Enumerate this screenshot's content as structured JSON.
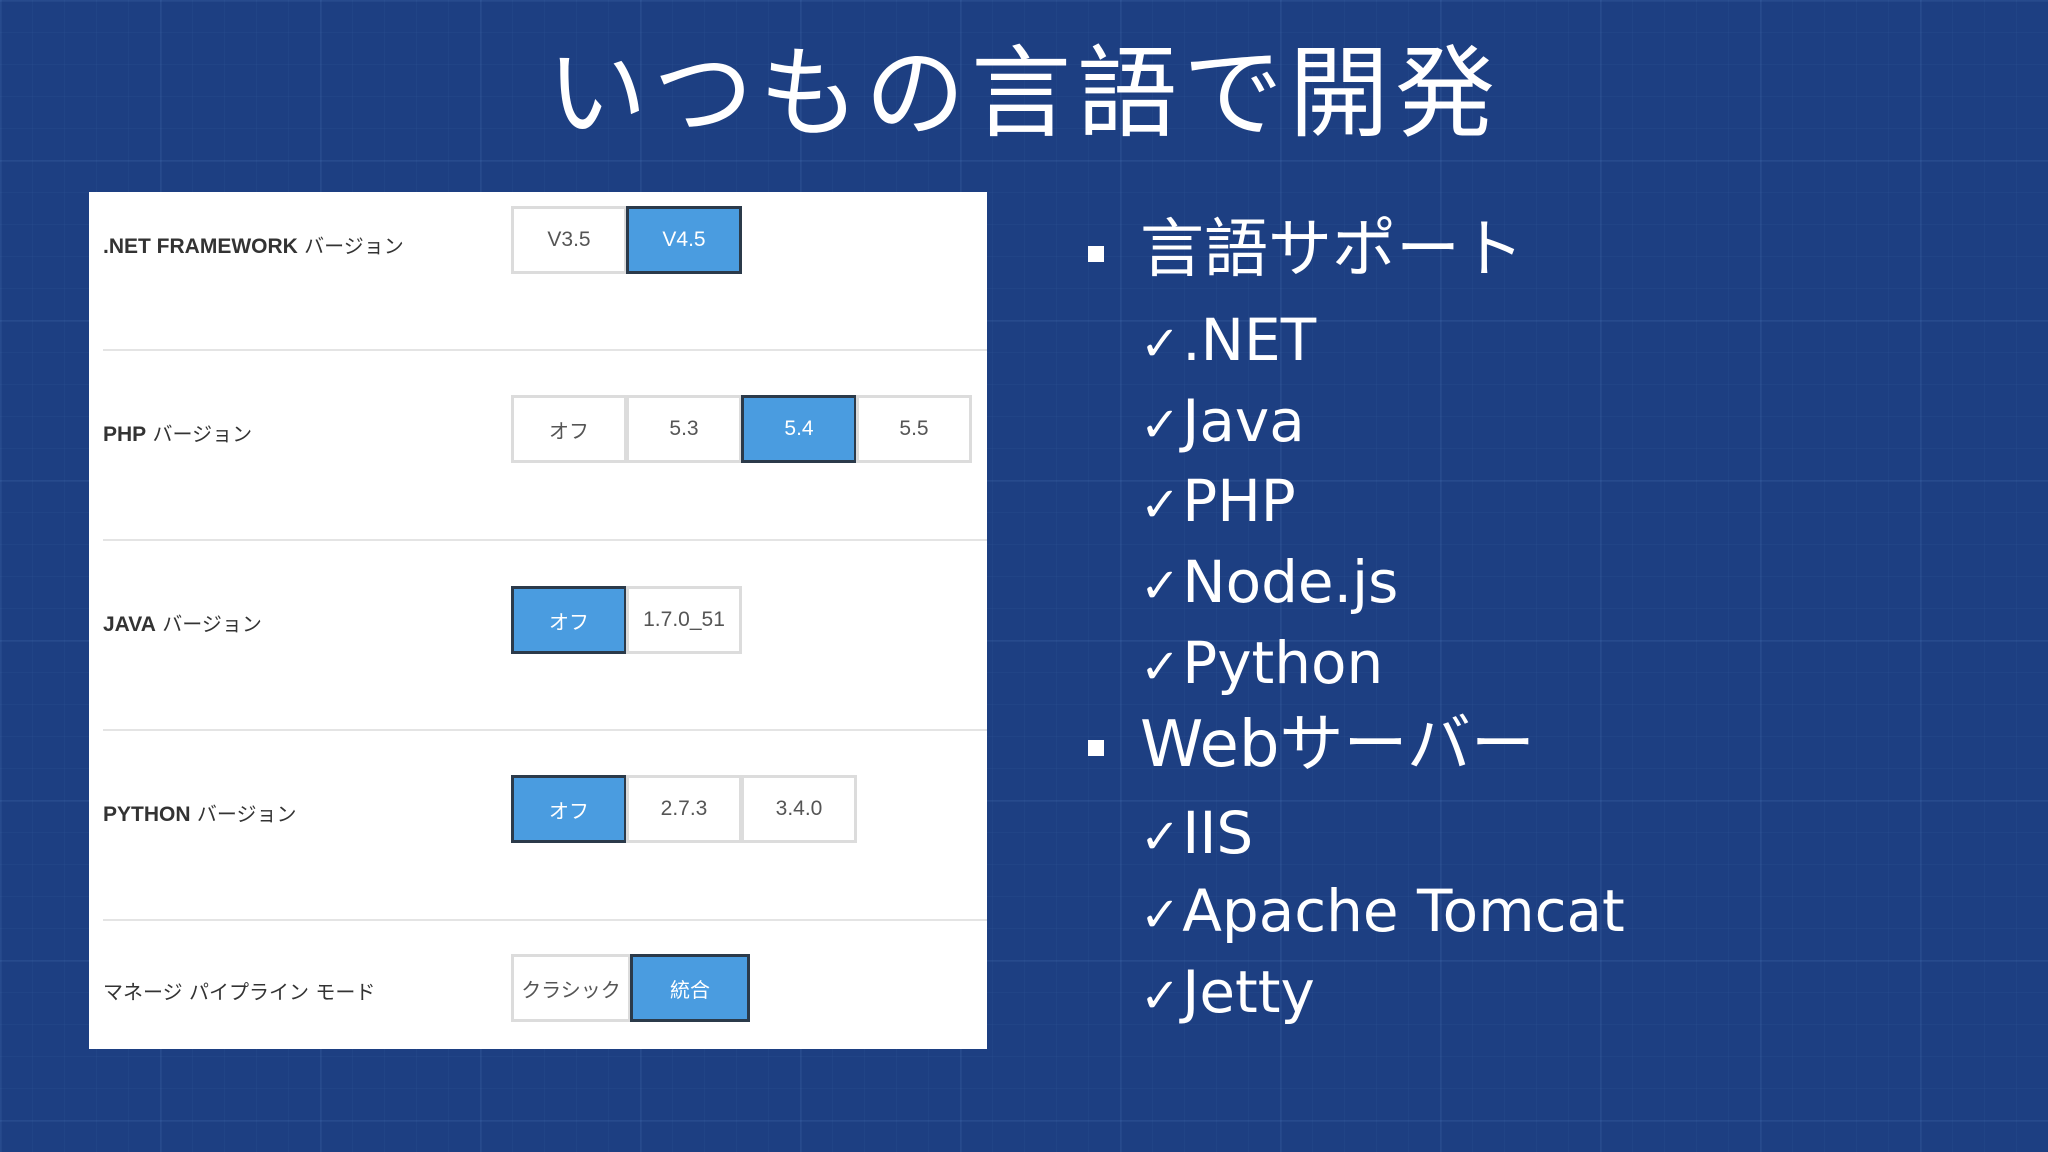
{
  "title": "いつもの言語で開発",
  "settings": {
    "net": {
      "label_bold": ".NET FRAMEWORK",
      "label_rest": " バージョン",
      "options": [
        "V3.5",
        "V4.5"
      ],
      "selected": "V4.5"
    },
    "php": {
      "label_bold": "PHP",
      "label_rest": " バージョン",
      "options": [
        "オフ",
        "5.3",
        "5.4",
        "5.5"
      ],
      "selected": "5.4"
    },
    "java": {
      "label_bold": "JAVA",
      "label_rest": " バージョン",
      "options": [
        "オフ",
        "1.7.0_51"
      ],
      "selected": "オフ"
    },
    "python": {
      "label_bold": "PYTHON",
      "label_rest": " バージョン",
      "options": [
        "オフ",
        "2.7.3",
        "3.4.0"
      ],
      "selected": "オフ"
    },
    "pipeline": {
      "label": "マネージ パイプライン モード",
      "options": [
        "クラシック",
        "統合"
      ],
      "selected": "統合"
    }
  },
  "bullets": {
    "languages": {
      "heading": "言語サポート",
      "check": "✓",
      "items": [
        ".NET",
        "Java",
        "PHP",
        "Node.js",
        "Python"
      ]
    },
    "servers": {
      "heading": "Webサーバー",
      "check": "✓",
      "items": [
        "IIS",
        "Apache Tomcat",
        "Jetty"
      ]
    }
  },
  "colors": {
    "background": "#1d3f82",
    "selected": "#4a9ce0",
    "selected_border": "#2b3a4a"
  }
}
